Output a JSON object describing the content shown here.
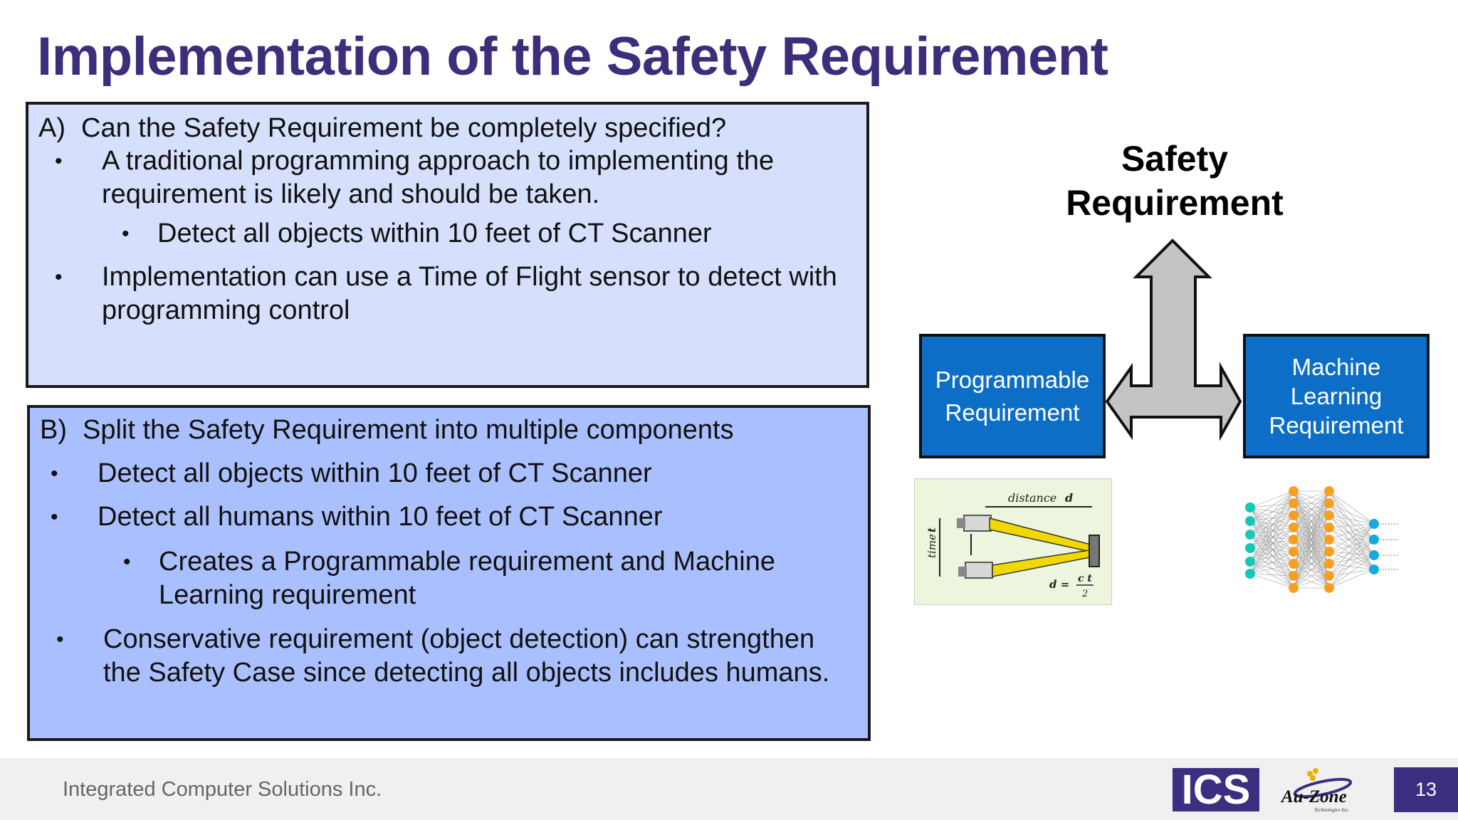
{
  "title": "Implementation of the Safety Requirement",
  "box_a": {
    "letter": "A)",
    "heading": "Can the Safety Requirement be completely specified?",
    "bullet1": "A traditional programming approach to implementing the requirement is likely and should be taken.",
    "sub1": "Detect all objects within 10 feet of CT Scanner",
    "bullet2": "Implementation can use a Time of Flight sensor to detect with programming control"
  },
  "box_b": {
    "letter": "B)",
    "heading": "Split the Safety Requirement into multiple components",
    "bullet1": "Detect all objects within 10 feet of CT Scanner",
    "bullet2": "Detect all humans within 10 feet of CT Scanner",
    "sub1": "Creates a Programmable requirement and Machine Learning requirement",
    "bullet3": "Conservative requirement (object detection) can strengthen the Safety Case since detecting all objects includes humans."
  },
  "diagram": {
    "title": "Safety Requirement",
    "left_box": "Programmable Requirement",
    "right_box": "Machine Learning Requirement",
    "tof": {
      "distance_label": "distance",
      "distance_var": "d",
      "time_label": "time",
      "time_var": "t",
      "formula_lhs": "d =",
      "formula_num": "c t",
      "formula_den": "2"
    }
  },
  "footer": {
    "company": "Integrated Computer Solutions Inc.",
    "ics_logo": "ICS",
    "auzone_logo": "Au-Zone",
    "auzone_sub": "Technologies Inc.",
    "page": "13"
  },
  "colors": {
    "title": "#3d2d7a",
    "box_a": "#d6e0fd",
    "box_b": "#aabffd",
    "req_box": "#0d6ec8",
    "arrow": "#c4c4c4",
    "brand": "#3a2f80"
  }
}
